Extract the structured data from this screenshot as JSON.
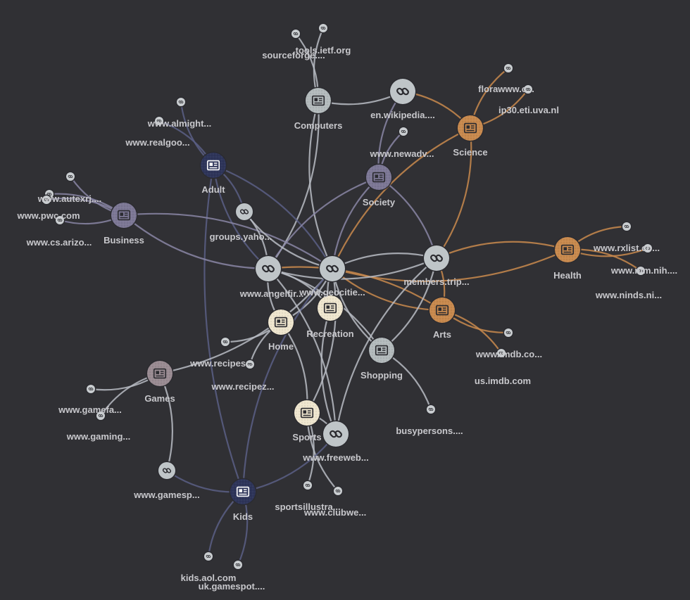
{
  "colors": {
    "background": "#303034",
    "edge_default": "#b8bcc4",
    "link_node": "#bfc5c8",
    "leaf_node": "#c9cdd0",
    "science": "#c98a4e",
    "arts": "#c98a4e",
    "health": "#c98a4e",
    "adult": "#2e355a",
    "kids": "#2e355a",
    "business": "#7d7896",
    "society": "#7d7896",
    "games": "#9a8c93",
    "computers": "#b4bbbd",
    "shopping": "#b4bbbd",
    "home": "#efe6cf",
    "recreation": "#efe6cf",
    "sports": "#efe6cf"
  },
  "nodes": [
    {
      "id": "computers",
      "label": "Computers",
      "kind": "category",
      "icon": "newspaper-icon"
    },
    {
      "id": "adult",
      "label": "Adult",
      "kind": "category",
      "icon": "newspaper-icon"
    },
    {
      "id": "science",
      "label": "Science",
      "kind": "category",
      "icon": "newspaper-icon"
    },
    {
      "id": "society",
      "label": "Society",
      "kind": "category",
      "icon": "newspaper-icon"
    },
    {
      "id": "business",
      "label": "Business",
      "kind": "category",
      "icon": "newspaper-icon"
    },
    {
      "id": "health",
      "label": "Health",
      "kind": "category",
      "icon": "newspaper-icon"
    },
    {
      "id": "arts",
      "label": "Arts",
      "kind": "category",
      "icon": "newspaper-icon"
    },
    {
      "id": "home",
      "label": "Home",
      "kind": "category",
      "icon": "newspaper-icon"
    },
    {
      "id": "recreation",
      "label": "Recreation",
      "kind": "category",
      "icon": "newspaper-icon"
    },
    {
      "id": "shopping",
      "label": "Shopping",
      "kind": "category",
      "icon": "newspaper-icon"
    },
    {
      "id": "games",
      "label": "Games",
      "kind": "category",
      "icon": "newspaper-icon"
    },
    {
      "id": "sports",
      "label": "Sports",
      "kind": "category",
      "icon": "newspaper-icon"
    },
    {
      "id": "kids",
      "label": "Kids",
      "kind": "category",
      "icon": "newspaper-icon"
    },
    {
      "id": "wikipedia",
      "label": "en.wikipedia....",
      "kind": "hub",
      "icon": "link-icon"
    },
    {
      "id": "groups",
      "label": "groups.yaho...",
      "kind": "hub",
      "icon": "link-icon"
    },
    {
      "id": "angelfire",
      "label": "www.angelfir...",
      "kind": "hub",
      "icon": "link-icon"
    },
    {
      "id": "geocities",
      "label": "www.geocitie...",
      "kind": "hub",
      "icon": "link-icon"
    },
    {
      "id": "members",
      "label": "members.trip...",
      "kind": "hub",
      "icon": "link-icon"
    },
    {
      "id": "freeweb",
      "label": "www.freeweb...",
      "kind": "hub",
      "icon": "link-icon"
    },
    {
      "id": "gamesp",
      "label": "www.gamesp...",
      "kind": "hub",
      "icon": "link-icon"
    },
    {
      "id": "sourceforge",
      "label": "sourceforge....",
      "kind": "leaf",
      "icon": "link-icon"
    },
    {
      "id": "ietf",
      "label": "tools.ietf.org",
      "kind": "leaf",
      "icon": "link-icon"
    },
    {
      "id": "almight",
      "label": "www.almight...",
      "kind": "leaf",
      "icon": "link-icon"
    },
    {
      "id": "realgoo",
      "label": "www.realgoo...",
      "kind": "leaf",
      "icon": "link-icon"
    },
    {
      "id": "newadv",
      "label": "www.newadv...",
      "kind": "leaf",
      "icon": "link-icon"
    },
    {
      "id": "flora",
      "label": "florawww.c...",
      "kind": "leaf",
      "icon": "link-icon"
    },
    {
      "id": "ip30",
      "label": "ip30.eti.uva.nl",
      "kind": "leaf",
      "icon": "link-icon"
    },
    {
      "id": "autex",
      "label": "www.autexrj....",
      "kind": "leaf",
      "icon": "link-icon"
    },
    {
      "id": "pwc",
      "label": "www.pwc.com",
      "kind": "leaf",
      "icon": "link-icon"
    },
    {
      "id": "arizona",
      "label": "www.cs.arizo...",
      "kind": "leaf",
      "icon": "link-icon"
    },
    {
      "id": "biz4",
      "label": "",
      "kind": "leaf",
      "icon": "link-icon"
    },
    {
      "id": "rxlist",
      "label": "www.rxlist.co...",
      "kind": "leaf",
      "icon": "link-icon"
    },
    {
      "id": "nlm",
      "label": "www.nlm.nih....",
      "kind": "leaf",
      "icon": "link-icon"
    },
    {
      "id": "ninds",
      "label": "www.ninds.ni...",
      "kind": "leaf",
      "icon": "link-icon"
    },
    {
      "id": "imdbco",
      "label": "www.imdb.co...",
      "kind": "leaf",
      "icon": "link-icon"
    },
    {
      "id": "usimdb",
      "label": "us.imdb.com",
      "kind": "leaf",
      "icon": "link-icon"
    },
    {
      "id": "recipes1",
      "label": "www.recipes...",
      "kind": "leaf",
      "icon": "link-icon"
    },
    {
      "id": "recipez",
      "label": "www.recipez...",
      "kind": "leaf",
      "icon": "link-icon"
    },
    {
      "id": "busyp",
      "label": "busypersons....",
      "kind": "leaf",
      "icon": "link-icon"
    },
    {
      "id": "gamefa",
      "label": "www.gamefa...",
      "kind": "leaf",
      "icon": "link-icon"
    },
    {
      "id": "gaming",
      "label": "www.gaming...",
      "kind": "leaf",
      "icon": "link-icon"
    },
    {
      "id": "sportsill",
      "label": "sportsillustra...",
      "kind": "leaf",
      "icon": "link-icon"
    },
    {
      "id": "clubwe",
      "label": "www.clubwe...",
      "kind": "leaf",
      "icon": "link-icon"
    },
    {
      "id": "kidsaol",
      "label": "kids.aol.com",
      "kind": "leaf",
      "icon": "link-icon"
    },
    {
      "id": "ukgames",
      "label": "uk.gamespot....",
      "kind": "leaf",
      "icon": "link-icon"
    }
  ],
  "edges": [
    [
      "computers",
      "sourceforge"
    ],
    [
      "computers",
      "ietf"
    ],
    [
      "computers",
      "wikipedia"
    ],
    [
      "computers",
      "angelfire"
    ],
    [
      "computers",
      "geocities"
    ],
    [
      "wikipedia",
      "science"
    ],
    [
      "wikipedia",
      "society"
    ],
    [
      "adult",
      "almight"
    ],
    [
      "adult",
      "realgoo"
    ],
    [
      "adult",
      "groups"
    ],
    [
      "adult",
      "angelfire"
    ],
    [
      "adult",
      "geocities"
    ],
    [
      "adult",
      "kids"
    ],
    [
      "science",
      "flora"
    ],
    [
      "science",
      "ip30"
    ],
    [
      "science",
      "members"
    ],
    [
      "science",
      "geocities"
    ],
    [
      "society",
      "newadv"
    ],
    [
      "society",
      "angelfire"
    ],
    [
      "society",
      "members"
    ],
    [
      "society",
      "geocities"
    ],
    [
      "business",
      "autex"
    ],
    [
      "business",
      "pwc"
    ],
    [
      "business",
      "arizona"
    ],
    [
      "business",
      "biz4"
    ],
    [
      "business",
      "geocities"
    ],
    [
      "business",
      "angelfire"
    ],
    [
      "health",
      "rxlist"
    ],
    [
      "health",
      "nlm"
    ],
    [
      "health",
      "ninds"
    ],
    [
      "health",
      "members"
    ],
    [
      "health",
      "geocities"
    ],
    [
      "arts",
      "imdbco"
    ],
    [
      "arts",
      "usimdb"
    ],
    [
      "arts",
      "members"
    ],
    [
      "arts",
      "geocities"
    ],
    [
      "arts",
      "angelfire"
    ],
    [
      "home",
      "recipes1"
    ],
    [
      "home",
      "recipez"
    ],
    [
      "home",
      "angelfire"
    ],
    [
      "home",
      "geocities"
    ],
    [
      "home",
      "sports"
    ],
    [
      "recreation",
      "angelfire"
    ],
    [
      "recreation",
      "geocities"
    ],
    [
      "recreation",
      "freeweb"
    ],
    [
      "shopping",
      "busyp"
    ],
    [
      "shopping",
      "angelfire"
    ],
    [
      "shopping",
      "geocities"
    ],
    [
      "shopping",
      "members"
    ],
    [
      "games",
      "gamefa"
    ],
    [
      "games",
      "gaming"
    ],
    [
      "games",
      "gamesp"
    ],
    [
      "games",
      "geocities"
    ],
    [
      "sports",
      "sportsill"
    ],
    [
      "sports",
      "clubwe"
    ],
    [
      "sports",
      "freeweb"
    ],
    [
      "sports",
      "geocities"
    ],
    [
      "kids",
      "gamesp"
    ],
    [
      "kids",
      "kidsaol"
    ],
    [
      "kids",
      "ukgames"
    ],
    [
      "kids",
      "freeweb"
    ],
    [
      "kids",
      "geocities"
    ],
    [
      "freeweb",
      "angelfire"
    ],
    [
      "freeweb",
      "members"
    ],
    [
      "groups",
      "geocities"
    ],
    [
      "groups",
      "angelfire"
    ],
    [
      "members",
      "geocities"
    ],
    [
      "members",
      "angelfire"
    ]
  ]
}
